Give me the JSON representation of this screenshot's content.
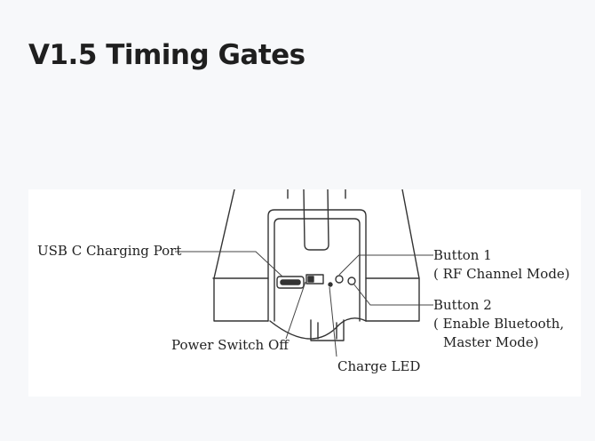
{
  "page": {
    "title": "V1.5 Timing Gates"
  },
  "diagram": {
    "labels": {
      "usb_port": "USB C Charging Port",
      "power_switch": "Power Switch Off",
      "charge_led": "Charge LED",
      "button1_title": "Button 1",
      "button1_desc": "( RF Channel Mode)",
      "button2_title": "Button 2",
      "button2_desc_line1": "( Enable Bluetooth,",
      "button2_desc_line2": "Master Mode)"
    }
  }
}
